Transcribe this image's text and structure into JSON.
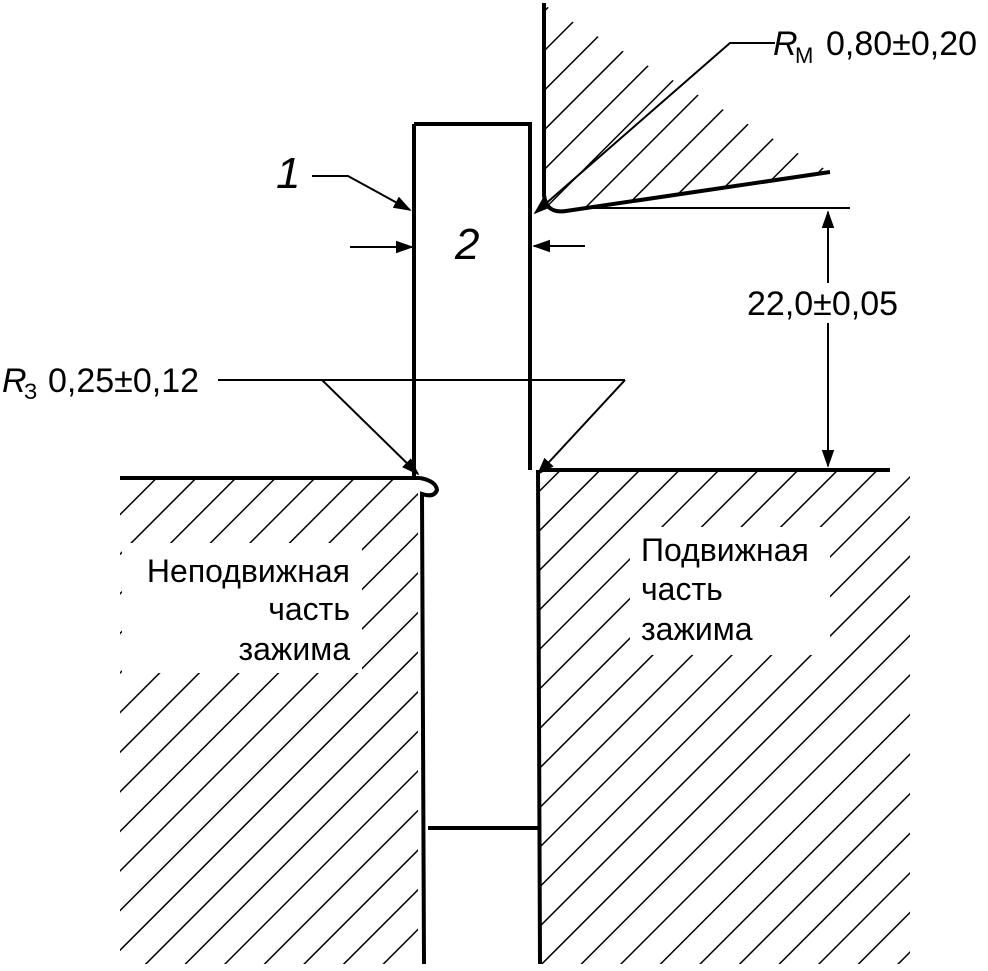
{
  "callouts": {
    "item_1": "1",
    "item_2": "2"
  },
  "radius_m": {
    "symbol": "R",
    "subscript": "М",
    "value": "0,80±0,20"
  },
  "radius_z": {
    "symbol": "R",
    "subscript": "З",
    "value": "0,25±0,12"
  },
  "dimension_height": "22,0±0,05",
  "fixed_jaw_label": {
    "line1": "Неподвижная",
    "line2": "часть",
    "line3": "зажима"
  },
  "moving_jaw_label": {
    "line1": "Подвижная",
    "line2": "часть",
    "line3": "зажима"
  },
  "colors": {
    "ink": "#000000",
    "paper": "#ffffff"
  }
}
